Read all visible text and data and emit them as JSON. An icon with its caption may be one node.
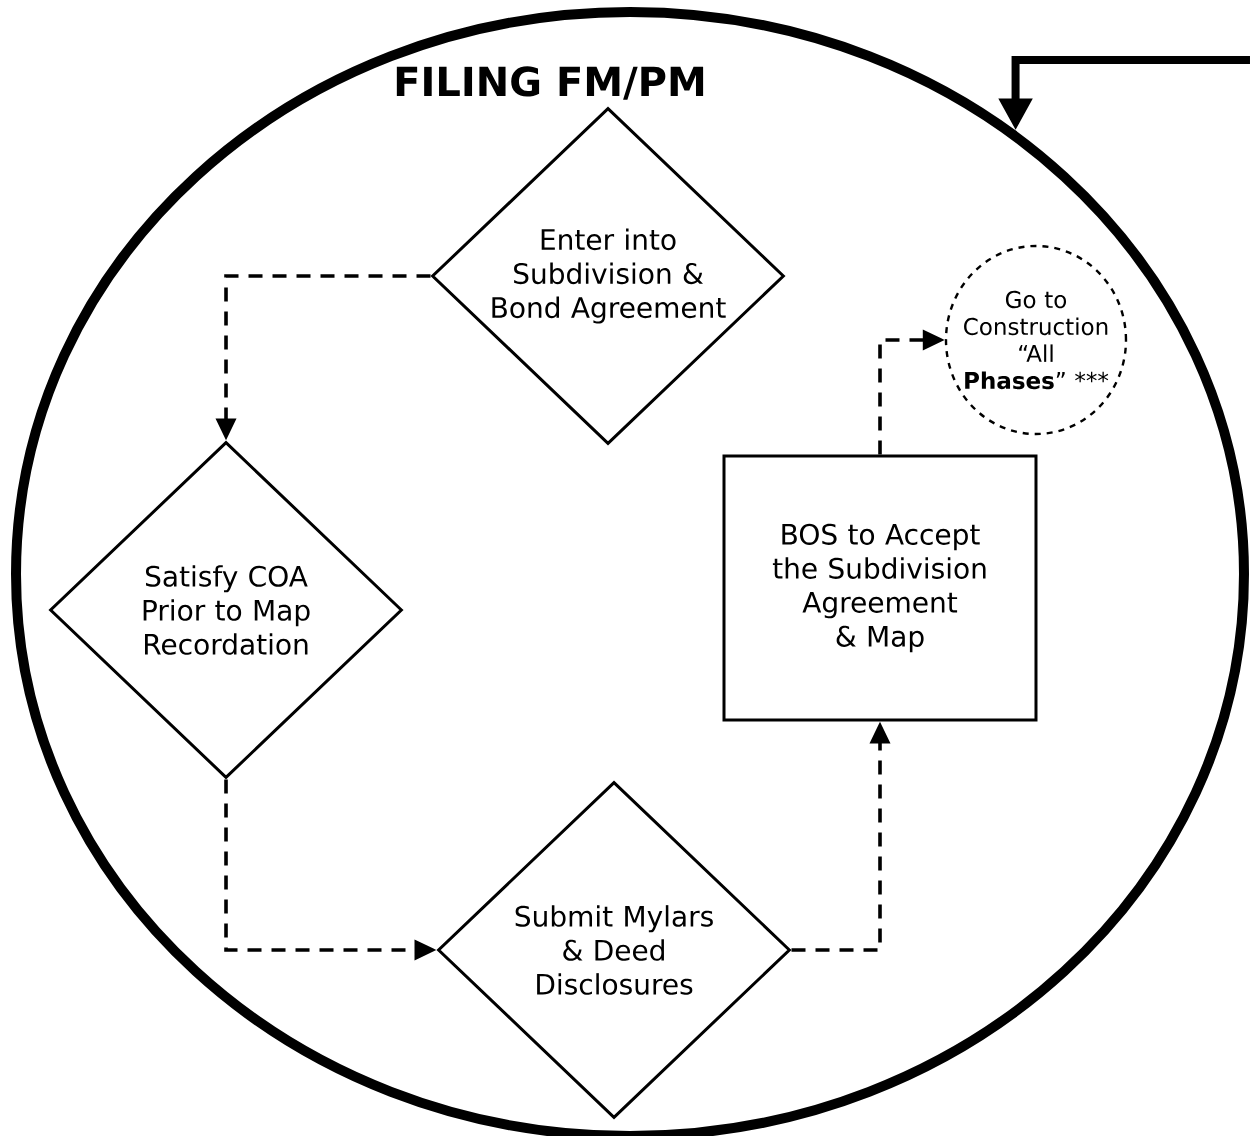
{
  "diagram": {
    "nodes": [
      {
        "text": [
          "FILING FM/PM"
        ]
      },
      {
        "text": [
          "Enter into Subdivision & Bond Agreement"
        ],
        "in": 0
      },
      {
        "text": [
          "Satisfy COA Prior to Map Recordation"
        ],
        "in": 0
      },
      {
        "text": [
          "Submit Mylars & Deed Disclosures"
        ],
        "in": 0
      },
      {
        "text": [
          "BOS to Accept the Subdivision Agreement & Map"
        ],
        "in": 0
      },
      {
        "text": [
          "Go to Construction “All **Phases**” ***"
        ],
        "in": 0
      }
    ],
    "edges": [
      {
        "from": null,
        "to": 0,
        "arrow": "to",
        "style": "thick"
      },
      {
        "from": 1,
        "to": 2,
        "arrow": "to",
        "style": "dashed"
      },
      {
        "from": 2,
        "to": 3,
        "arrow": "to",
        "style": "dashed"
      },
      {
        "from": 3,
        "to": 4,
        "arrow": "to",
        "style": "dashed"
      },
      {
        "from": 4,
        "to": 5,
        "arrow": "to",
        "style": "dashed"
      }
    ]
  }
}
